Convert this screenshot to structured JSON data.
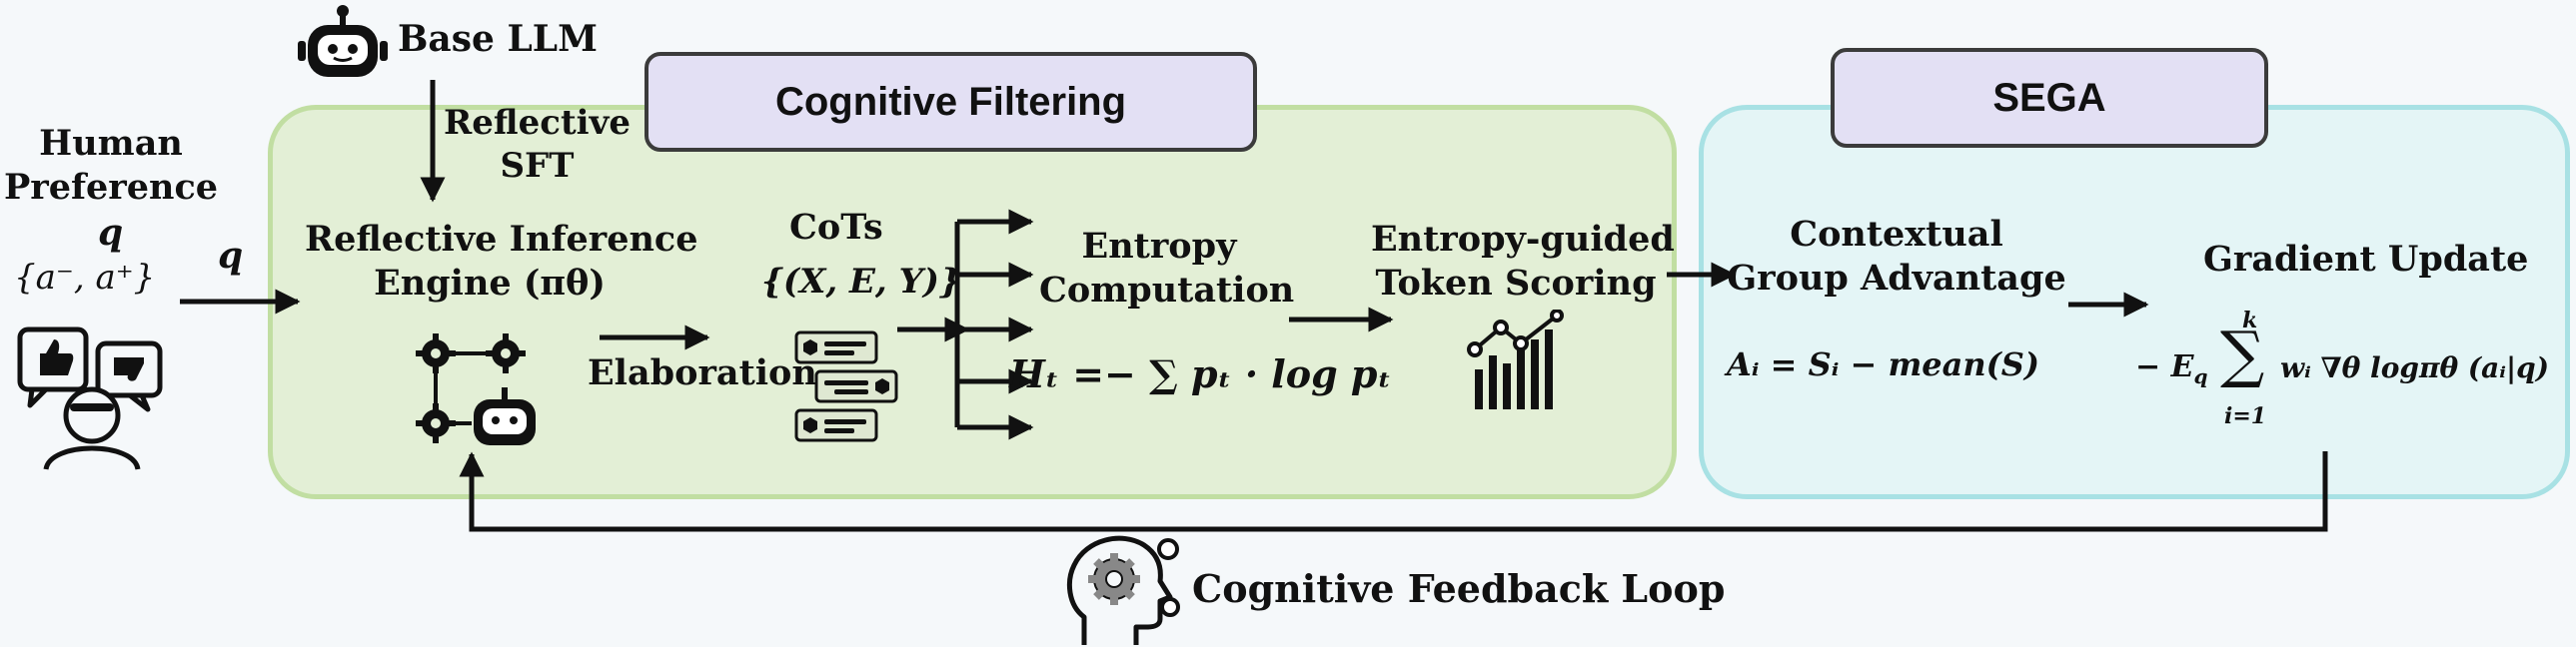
{
  "human": {
    "line1": "Human",
    "line2": "Preference",
    "q": "q",
    "pair": "{a⁻, a⁺}"
  },
  "q_arrow_label": "q",
  "base_llm": "Base LLM",
  "reflective_sft": {
    "line1": "Reflective",
    "line2": "SFT"
  },
  "cognitive_filtering": "Cognitive Filtering",
  "sega": "SEGA",
  "engine": {
    "line1": "Reflective Inference",
    "line2": "Engine (πθ)"
  },
  "elaboration": "Elaboration",
  "cots": {
    "title": "CoTs",
    "set": "{(X, E, Y)}"
  },
  "entropy": {
    "line1": "Entropy",
    "line2": "Computation",
    "formula": "Hₜ =− ∑ pₜ · log pₜ"
  },
  "token_scoring": {
    "line1": "Entropy-guided",
    "line2": "Token Scoring"
  },
  "contextual": {
    "line1": "Contextual",
    "line2": "Group Advantage",
    "formula": "Aᵢ = Sᵢ − mean(S)"
  },
  "gradient": {
    "title": "Gradient Update",
    "lhs": "− E",
    "lhs_sub": "q",
    "sum_top": "k",
    "sum_bottom": "i=1",
    "body": "wᵢ ∇θ logπθ (aᵢ|q)"
  },
  "feedback": "Cognitive Feedback Loop"
}
